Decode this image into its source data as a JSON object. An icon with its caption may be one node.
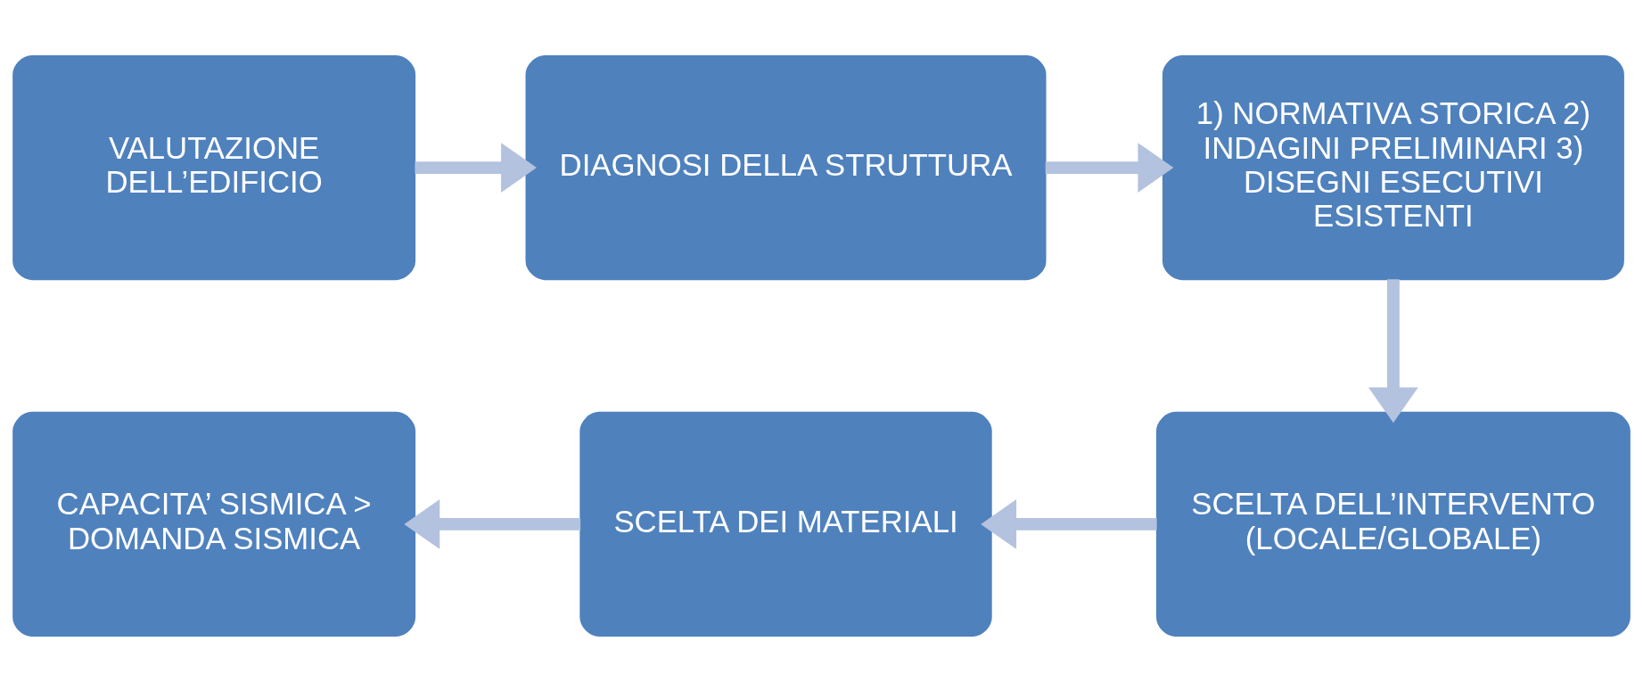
{
  "diagram": {
    "nodes": [
      {
        "text": [
          "VALUTAZIONE DELL’EDIFICIO"
        ]
      },
      {
        "text": [
          "DIAGNOSI DELLA STRUTTURA"
        ]
      },
      {
        "text": [
          "1) NORMATIVA STORICA 2) INDAGINI PRELIMINARI 3) DISEGNI ESECUTIVI ESISTENTI"
        ]
      },
      {
        "text": [
          "SCELTA DELL’INTERVENTO (LOCALE/GLOBALE)"
        ]
      },
      {
        "text": [
          "SCELTA DEI MATERIALI"
        ]
      },
      {
        "text": [
          "CAPACITA’ SISMICA > DOMANDA SISMICA"
        ]
      }
    ],
    "edges": [
      {
        "from": 0,
        "to": 1,
        "arrow": "to"
      },
      {
        "from": 1,
        "to": 2,
        "arrow": "to"
      },
      {
        "from": 2,
        "to": 3,
        "arrow": "to"
      },
      {
        "from": 3,
        "to": 4,
        "arrow": "to"
      },
      {
        "from": 4,
        "to": 5,
        "arrow": "to"
      }
    ]
  }
}
